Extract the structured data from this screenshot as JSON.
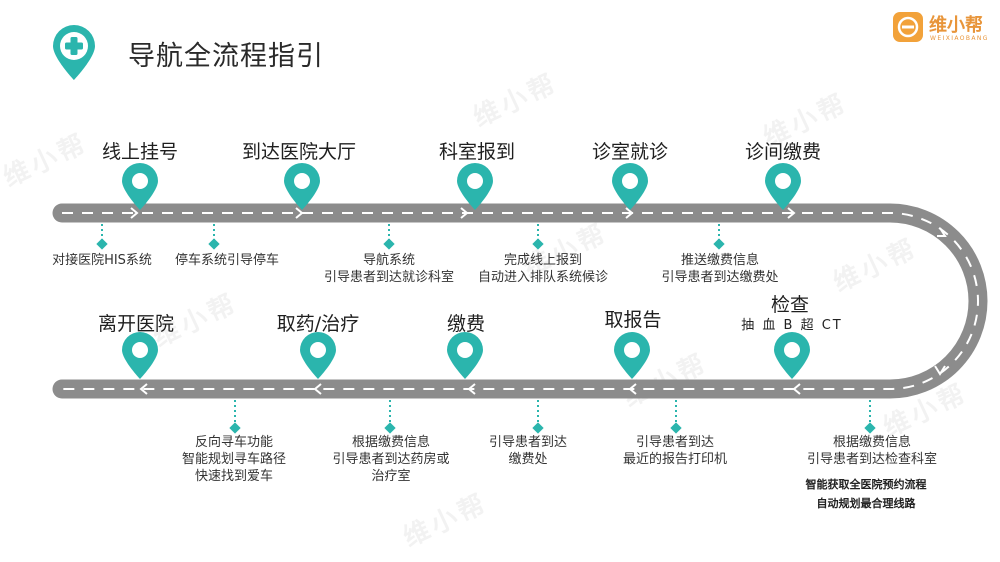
{
  "header": {
    "title": "导航全流程指引",
    "brand_name": "维小帮",
    "brand_sub": "WEIXIAOBANG"
  },
  "watermark": "维小帮",
  "top_row": [
    {
      "label": "线上挂号",
      "notes": [
        "对接医院HIS系统"
      ]
    },
    {
      "label": "到达医院大厅",
      "notes": [
        "停车系统引导停车"
      ]
    },
    {
      "label": "科室报到",
      "notes": [
        "导航系统",
        "引导患者到达就诊科室"
      ]
    },
    {
      "label": "诊室就诊",
      "notes": [
        "完成线上报到",
        "自动进入排队系统候诊"
      ]
    },
    {
      "label": "诊间缴费",
      "notes": [
        "推送缴费信息",
        "引导患者到达缴费处"
      ]
    }
  ],
  "bottom_row": [
    {
      "label": "离开医院",
      "notes": [
        "反向寻车功能",
        "智能规划寻车路径",
        "快速找到爱车"
      ]
    },
    {
      "label": "取药/治疗",
      "notes": [
        "根据缴费信息",
        "引导患者到达药房或",
        "治疗室"
      ]
    },
    {
      "label": "缴费",
      "notes": [
        "引导患者到达",
        "缴费处"
      ]
    },
    {
      "label": "取报告",
      "notes": [
        "引导患者到达",
        "最近的报告打印机"
      ]
    },
    {
      "label": "检查",
      "sub": "抽 血 B 超 CT",
      "notes": [
        "根据缴费信息",
        "引导患者到达检查科室"
      ],
      "bold_notes": [
        "智能获取全医院预约流程",
        "自动规划最合理线路"
      ]
    }
  ],
  "colors": {
    "accent": "#2bb5ad",
    "road": "#8c8c8c",
    "brand": "#f2a23a"
  },
  "icons": {
    "header": "medical-cross-pin-icon",
    "pin": "location-pin-icon",
    "brand": "brand-logo-icon"
  }
}
